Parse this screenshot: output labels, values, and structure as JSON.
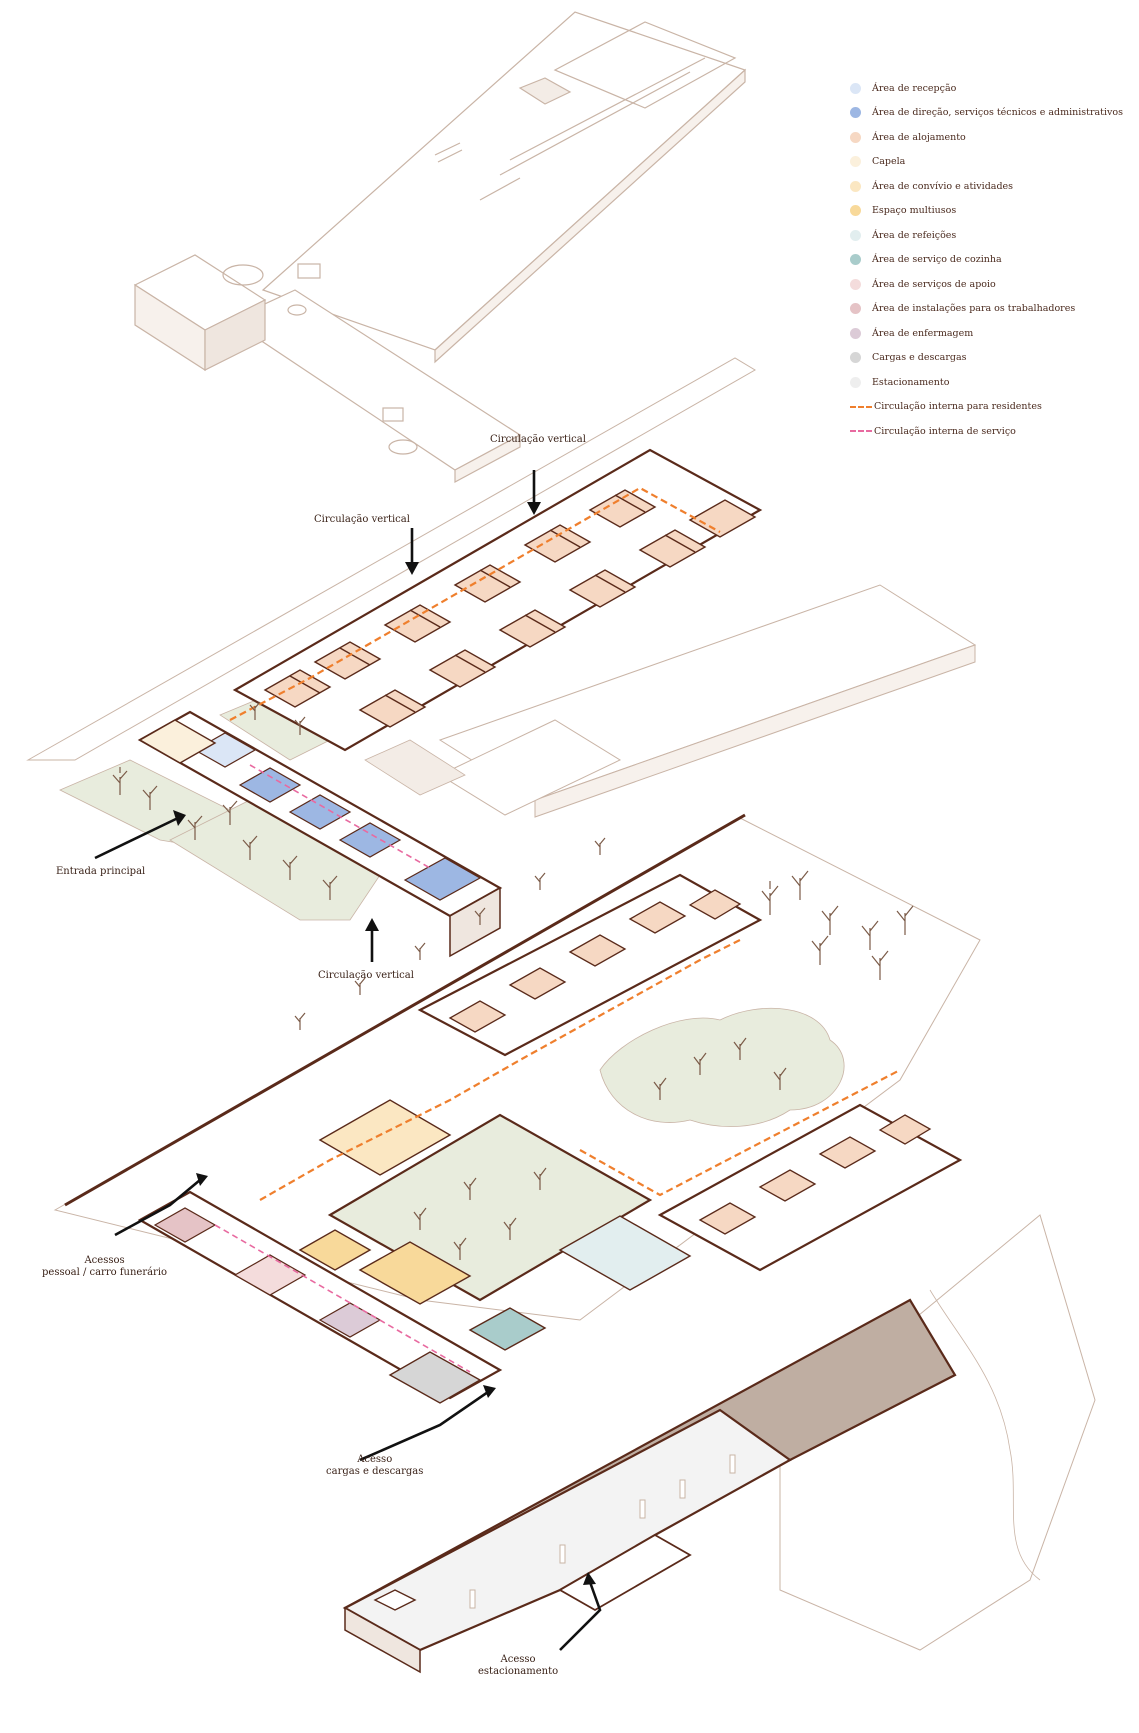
{
  "legend": {
    "items": [
      {
        "label": "Área de recepção",
        "color": "#dbe6f6"
      },
      {
        "label": "Área de direção, serviços técnicos e administrativos",
        "color": "#9db7e3"
      },
      {
        "label": "Área de alojamento",
        "color": "#f6d8c3"
      },
      {
        "label": "Capela",
        "color": "#fbf0dc"
      },
      {
        "label": "Área de convívio e atividades",
        "color": "#fbe7c2"
      },
      {
        "label": "Espaço multiusos",
        "color": "#f8d99a"
      },
      {
        "label": "Área de refeições",
        "color": "#e2eeef"
      },
      {
        "label": "Área de serviço de cozinha",
        "color": "#a9cccb"
      },
      {
        "label": "Área de serviços de apoio",
        "color": "#f4dcdc"
      },
      {
        "label": "Área de instalações para os trabalhadores",
        "color": "#e5c3c6"
      },
      {
        "label": "Área de enfermagem",
        "color": "#dccbd7"
      },
      {
        "label": "Cargas e descargas",
        "color": "#d6d6d6"
      },
      {
        "label": "Estacionamento",
        "color": "#eeeeee"
      }
    ],
    "lines": [
      {
        "label": "Circulação interna para residentes",
        "color": "#ef7f2d"
      },
      {
        "label": "Circulação interna de serviço",
        "color": "#e86aa0"
      }
    ]
  },
  "annotations": {
    "vertical_top": "Circulação vertical",
    "vertical_mid": "Circulação vertical",
    "entrada": "Entrada principal",
    "vertical_low": "Circulação vertical",
    "acessos_pessoal": "Acessos\npessoal / carro funerário",
    "acesso_cargas": "Acesso\ncargas e descargas",
    "acesso_estacionamento": "Acesso\nestacionamento"
  },
  "colors": {
    "wall": "#5a2a1a",
    "outline": "#c9b4a6",
    "garden": "#e8ecdd",
    "parking_dark": "#bfaea2",
    "tree": "#7b5b48"
  }
}
